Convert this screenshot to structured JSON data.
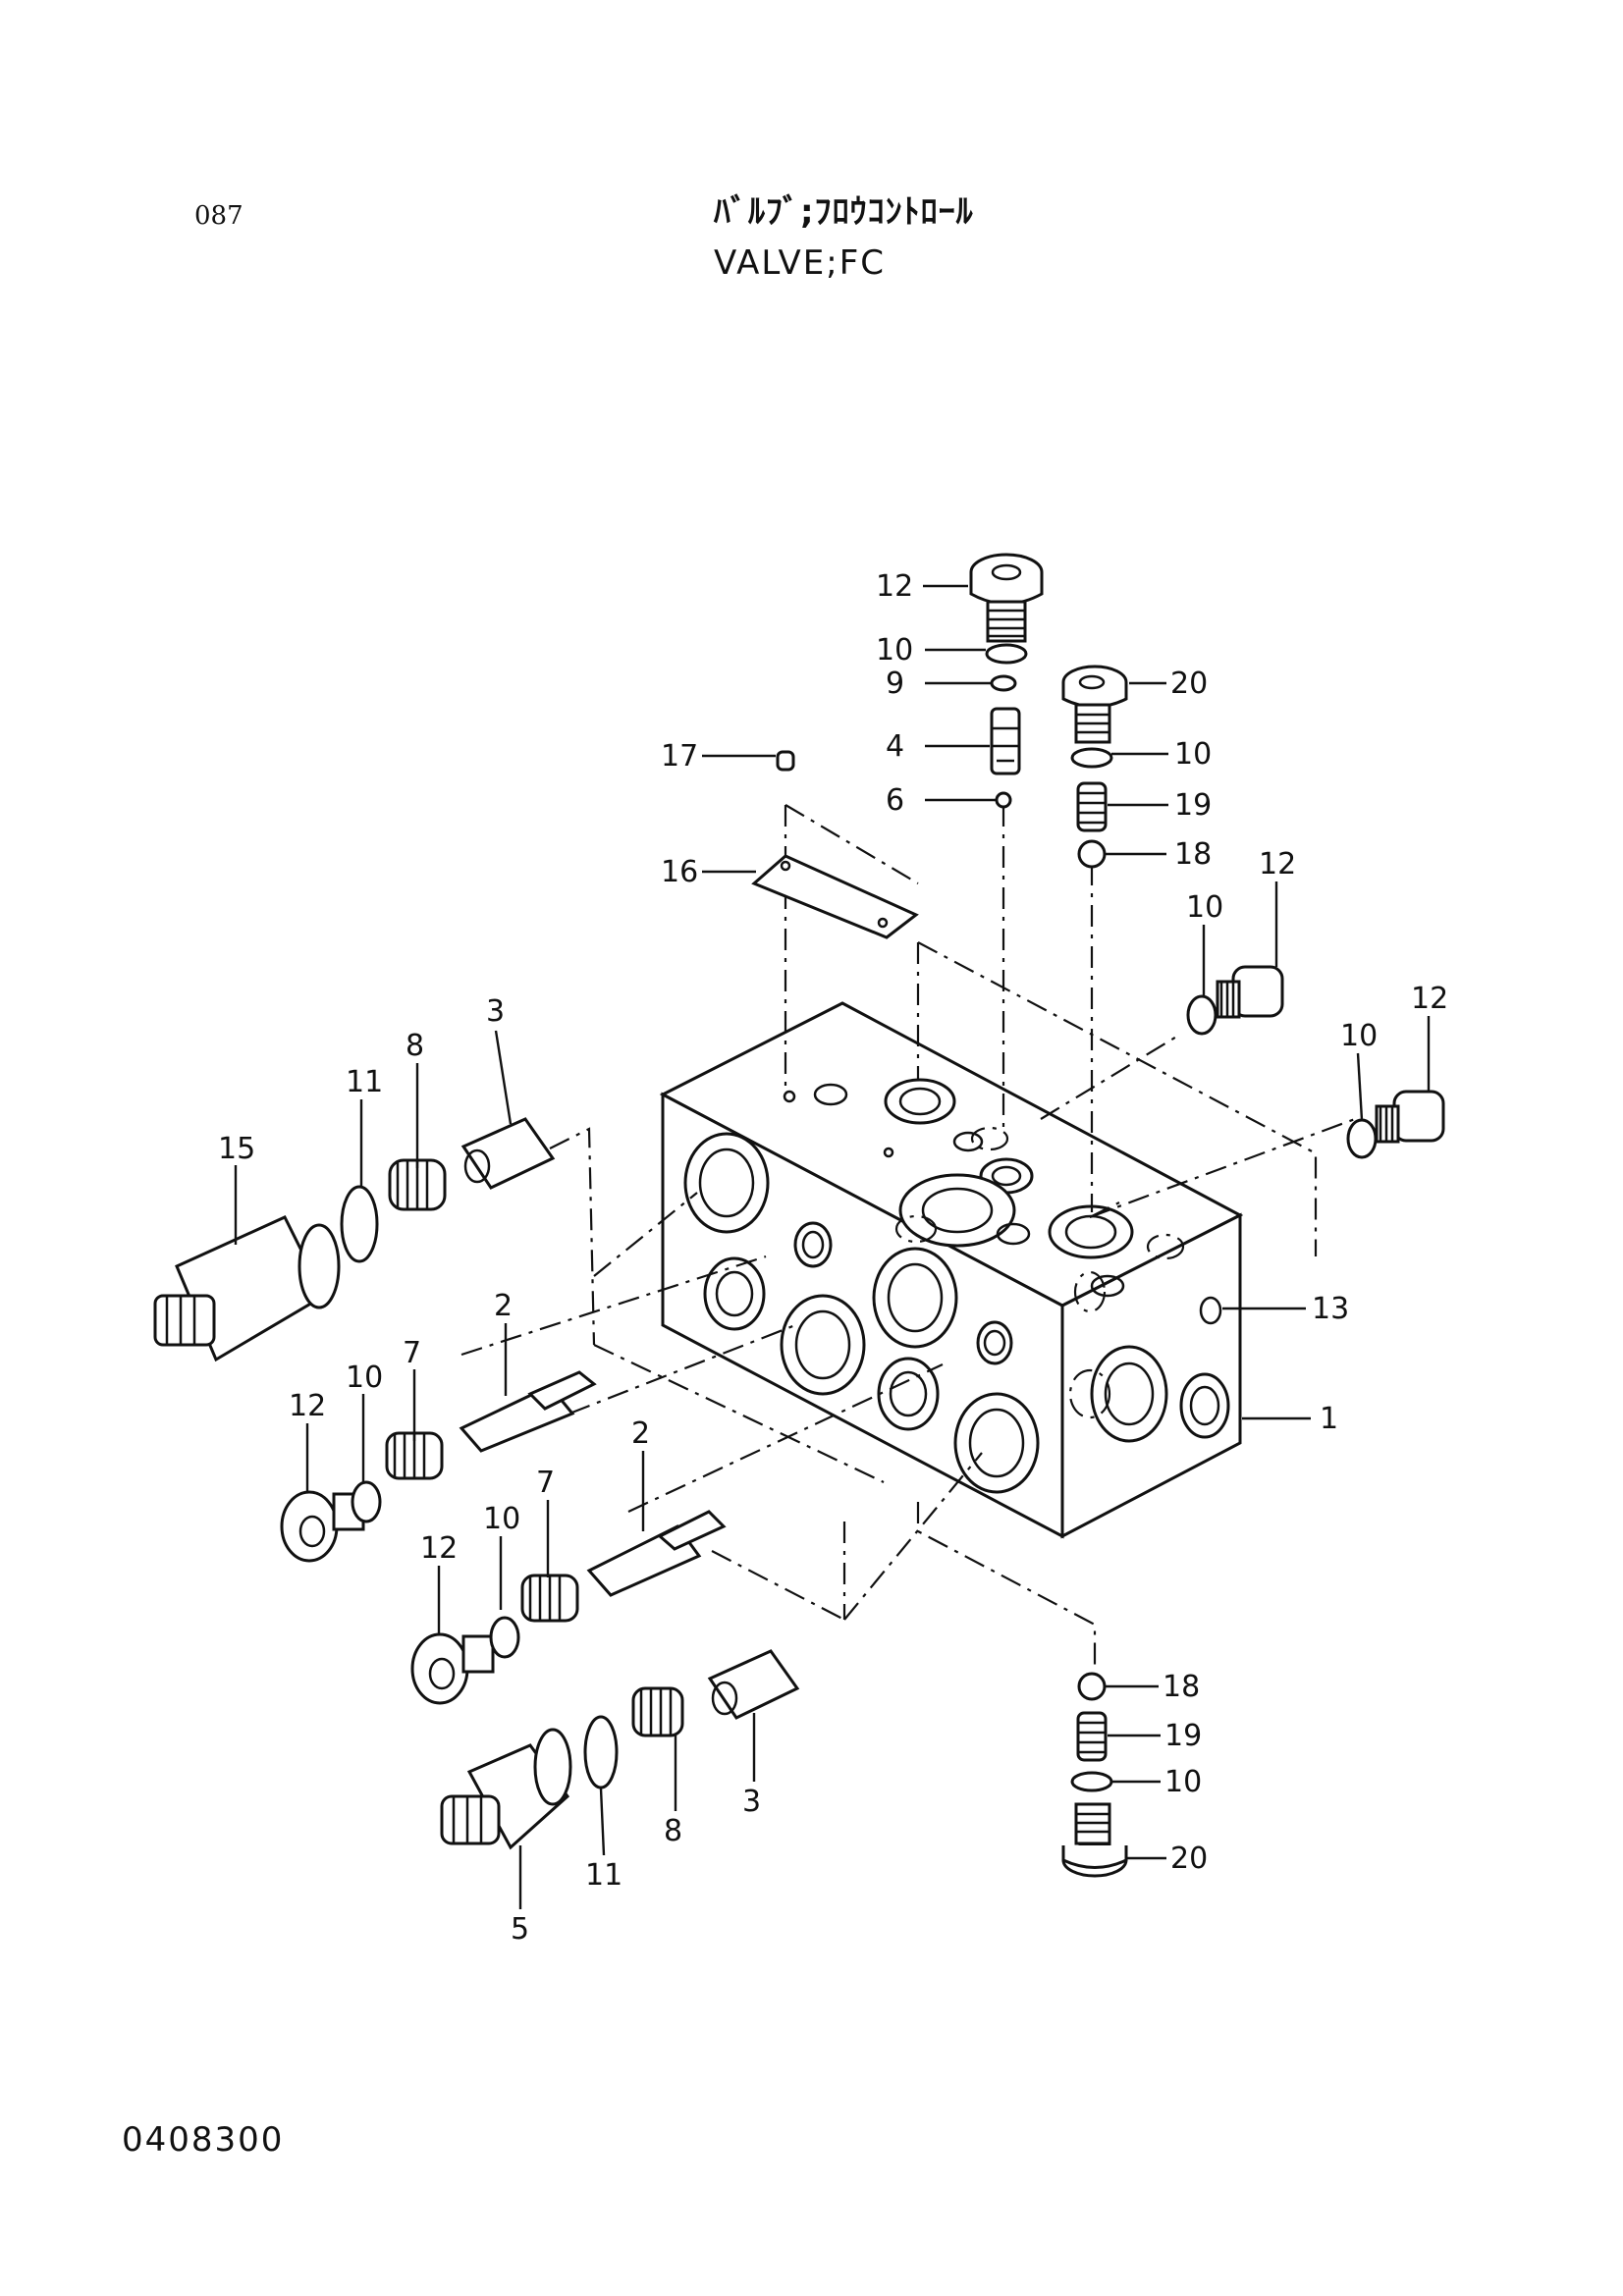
{
  "header": {
    "page_number": "087",
    "title_jp": "ﾊﾞﾙﾌﾞ;ﾌﾛｳｺﾝﾄﾛｰﾙ",
    "title_en": "VALVE;FC"
  },
  "footer": {
    "drawing_code": "0408300"
  },
  "callouts": {
    "c1": "1",
    "c2a": "2",
    "c2b": "2",
    "c3a": "3",
    "c3b": "3",
    "c4": "4",
    "c5": "5",
    "c6": "6",
    "c7a": "7",
    "c7b": "7",
    "c8a": "8",
    "c8b": "8",
    "c9": "9",
    "c10a": "10",
    "c10b": "10",
    "c10c": "10",
    "c10d": "10",
    "c10e": "10",
    "c10f": "10",
    "c10g": "10",
    "c11a": "11",
    "c11b": "11",
    "c12a": "12",
    "c12b": "12",
    "c12c": "12",
    "c12d": "12",
    "c12e": "12",
    "c13": "13",
    "c15": "15",
    "c16": "16",
    "c17": "17",
    "c18a": "18",
    "c18b": "18",
    "c19a": "19",
    "c19b": "19",
    "c20a": "20",
    "c20b": "20"
  }
}
